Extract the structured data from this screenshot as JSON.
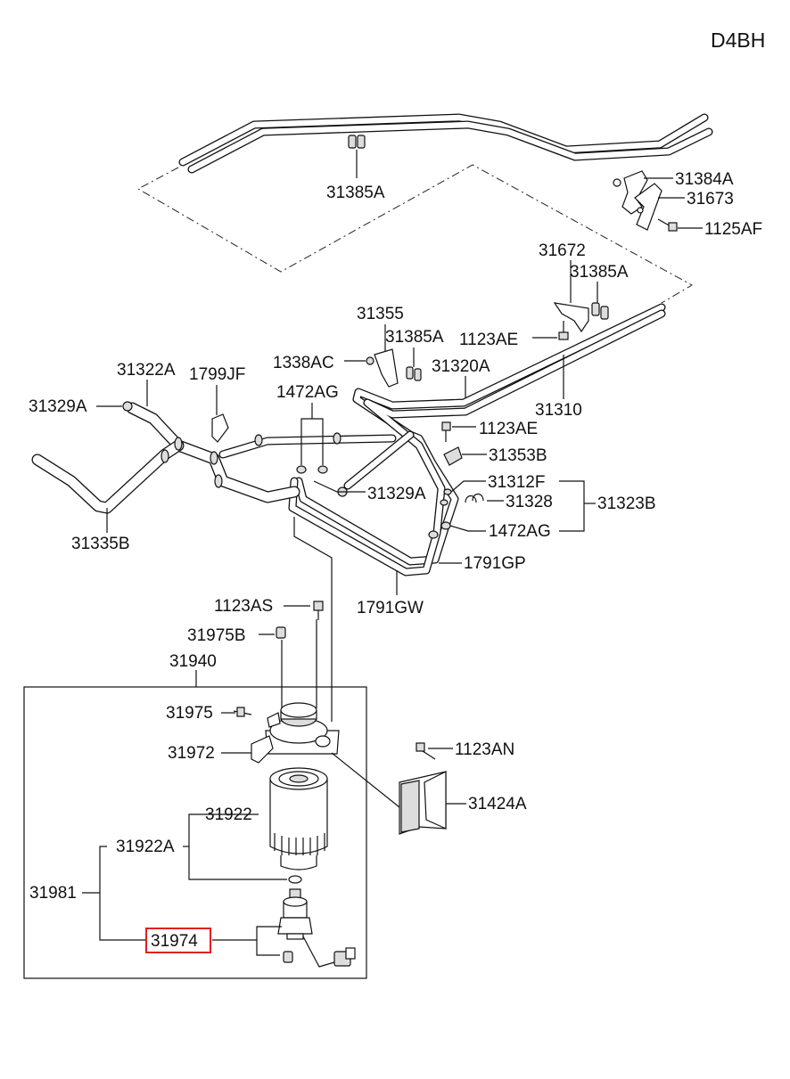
{
  "engine_code": "D4BH",
  "highlight_color": "#e02020",
  "highlighted_part": "31974",
  "labels": {
    "p31385A_top": "31385A",
    "p31384A": "31384A",
    "p31673": "31673",
    "p1125AF": "1125AF",
    "p31672": "31672",
    "p31385A_mid": "31385A",
    "p31355": "31355",
    "p31385A_low": "31385A",
    "p1123AE_top": "1123AE",
    "p1338AC": "1338AC",
    "p31320A": "31320A",
    "p31322A": "31322A",
    "p1799JF": "1799JF",
    "p31329A_left": "31329A",
    "p1472AG_top": "1472AG",
    "p31310": "31310",
    "p1123AE_mid": "1123AE",
    "p31353B": "31353B",
    "p31312F": "31312F",
    "p31329A_mid": "31329A",
    "p31328": "31328",
    "p31323B": "31323B",
    "p1472AG_right": "1472AG",
    "p31335B": "31335B",
    "p1791GP": "1791GP",
    "p1791GW": "1791GW",
    "p1123AS": "1123AS",
    "p31975B": "31975B",
    "p31940": "31940",
    "p31975": "31975",
    "p31972": "31972",
    "p1123AN": "1123AN",
    "p31424A": "31424A",
    "p31922": "31922",
    "p31922A": "31922A",
    "p31981": "31981",
    "p31974": "31974"
  }
}
